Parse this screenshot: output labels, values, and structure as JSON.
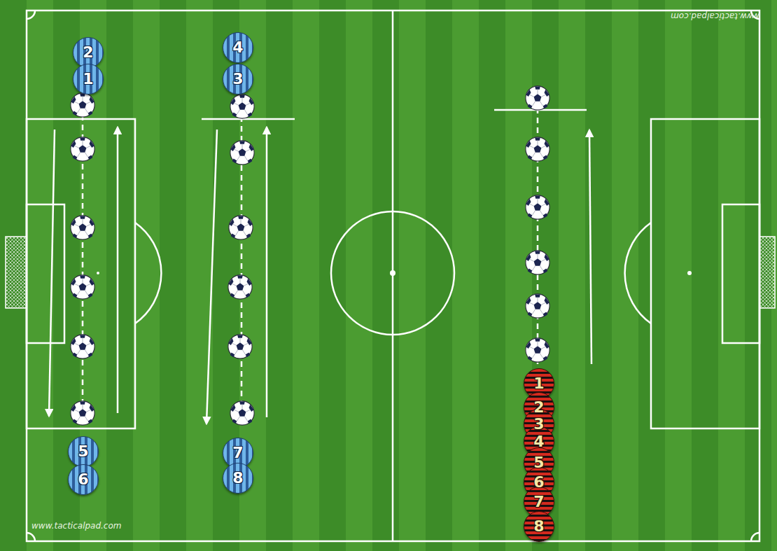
{
  "diagram": {
    "nodes": [
      {
        "text": [
          "2"
        ]
      },
      {
        "text": [
          "1"
        ]
      },
      {
        "text": [
          "4"
        ]
      },
      {
        "text": [
          "3"
        ]
      },
      {
        "text": [
          "5"
        ]
      },
      {
        "text": [
          "6"
        ]
      },
      {
        "text": [
          "7"
        ]
      },
      {
        "text": [
          "8"
        ]
      },
      {
        "text": [
          "1"
        ]
      },
      {
        "text": [
          "2"
        ]
      },
      {
        "text": [
          "3"
        ]
      },
      {
        "text": [
          "4"
        ]
      },
      {
        "text": [
          "5"
        ]
      },
      {
        "text": [
          "6"
        ]
      },
      {
        "text": [
          "7"
        ]
      },
      {
        "text": [
          "8"
        ]
      }
    ],
    "labels": [
      "www.tacticalpad.com",
      "www.tacticalpad.com"
    ]
  }
}
